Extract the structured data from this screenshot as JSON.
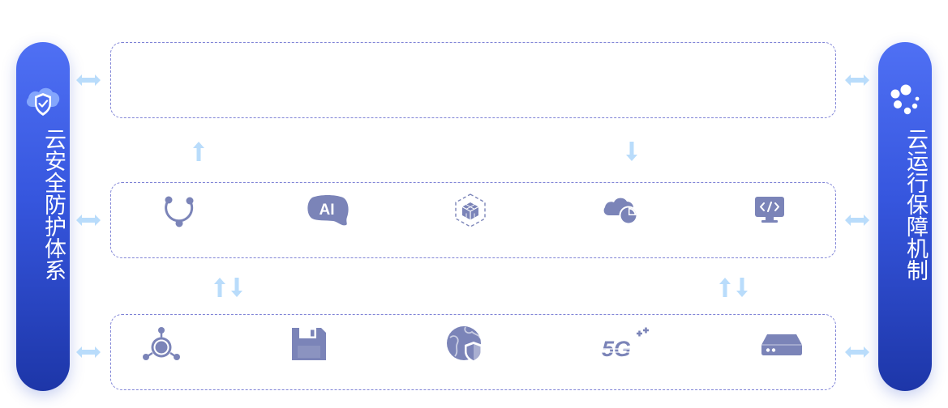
{
  "left_pillar": {
    "title": "云安全防护体系",
    "icon": "cloud-shield-icon"
  },
  "right_pillar": {
    "title": "云运行保障机制",
    "icon": "dots-cluster-icon"
  },
  "layers": [
    {
      "name": "top-layer",
      "items": []
    },
    {
      "name": "middle-layer",
      "items": [
        "loop-icon",
        "ai-icon",
        "cube-icon",
        "cloud-chart-icon",
        "code-monitor-icon"
      ]
    },
    {
      "name": "bottom-layer",
      "items": [
        "hub-icon",
        "floppy-icon",
        "globe-shield-icon",
        "5g-icon",
        "router-icon"
      ]
    }
  ],
  "ai_badge": {
    "label": "AI"
  },
  "fiveg_badge": {
    "label": "5G"
  },
  "colors": {
    "pillar_top": "#4f70f4",
    "pillar_bottom": "#1d36a8",
    "dashed_border": "#7f83d6",
    "icon": "#7b84b8",
    "arrow": "#b9dcfb"
  }
}
